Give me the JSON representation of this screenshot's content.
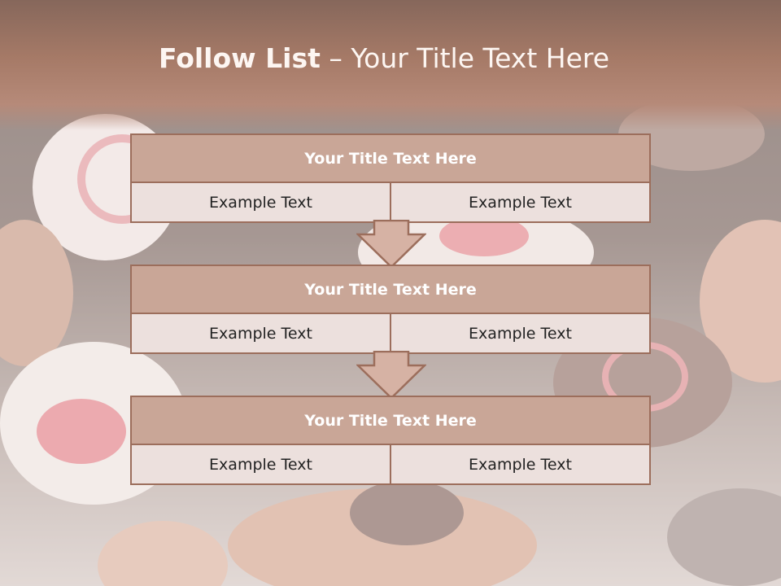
{
  "title": {
    "bold": "Follow List",
    "rest": " – Your Title Text Here"
  },
  "blocks": [
    {
      "heading": "Your Title Text Here",
      "left": "Example Text",
      "right": "Example Text"
    },
    {
      "heading": "Your Title Text Here",
      "left": "Example Text",
      "right": "Example Text"
    },
    {
      "heading": "Your Title Text Here",
      "left": "Example Text",
      "right": "Example Text"
    }
  ],
  "colors": {
    "header_band": "#a67a67",
    "block_header": "#c9a697",
    "block_border": "#9c6e5c",
    "block_cell": "#ece0dd"
  }
}
